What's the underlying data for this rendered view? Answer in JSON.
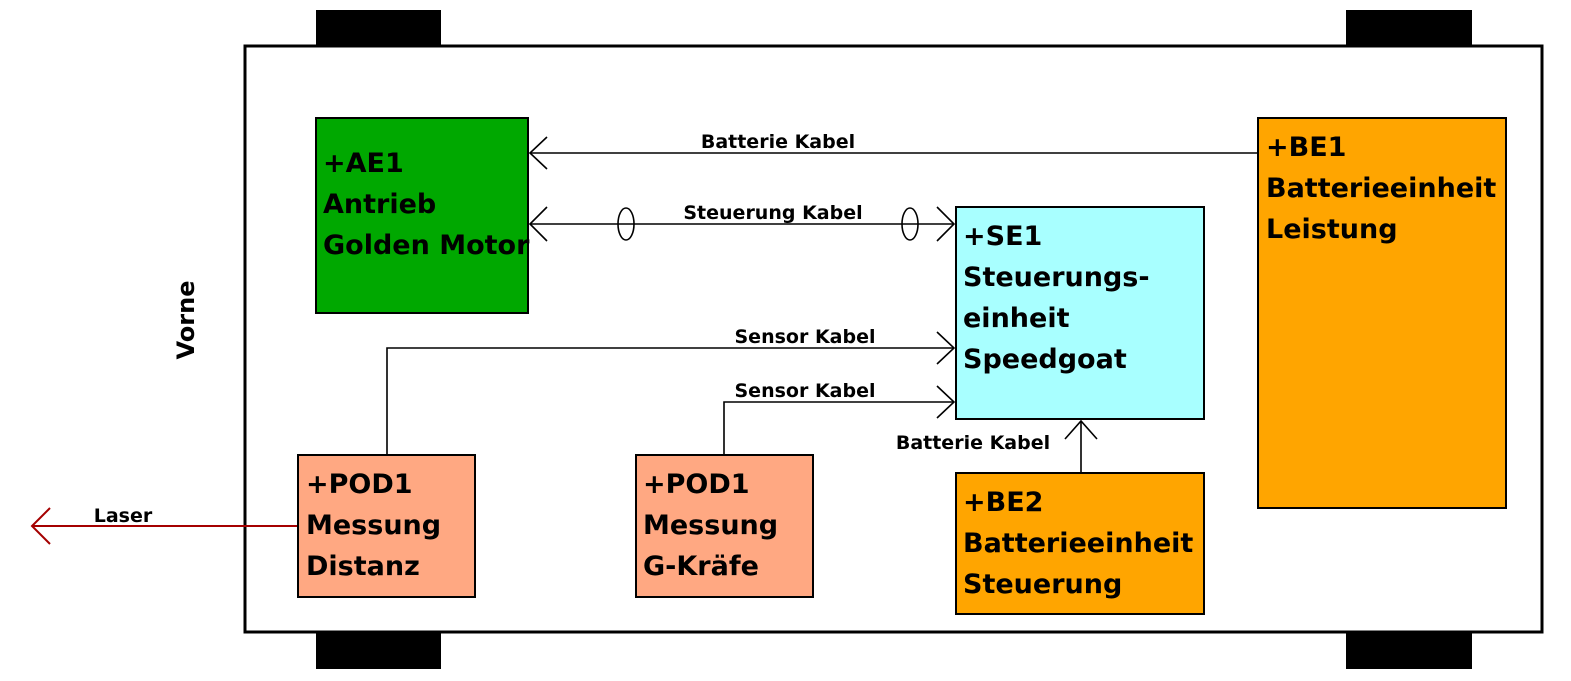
{
  "orientation_label": "Vorne",
  "colors": {
    "drive": "#00a800",
    "control": "#a8ffff",
    "battery": "#ffa500",
    "sensor": "#ffa882",
    "laser": "#a50000"
  },
  "units": {
    "ae1": {
      "lines": [
        "+AE1",
        "Antrieb",
        "Golden Motor"
      ]
    },
    "se1": {
      "lines": [
        "+SE1",
        "Steuerungs-",
        "einheit",
        "Speedgoat"
      ]
    },
    "be1": {
      "lines": [
        "+BE1",
        "Batterieeinheit",
        "Leistung"
      ]
    },
    "be2": {
      "lines": [
        "+BE2",
        "Batterieeinheit",
        "Steuerung"
      ]
    },
    "pod_distance": {
      "lines": [
        "+POD1",
        "Messung",
        "Distanz"
      ]
    },
    "pod_gforce": {
      "lines": [
        "+POD1",
        "Messung",
        "G-Kräfe"
      ]
    }
  },
  "cables": {
    "battery_ae1": "Batterie Kabel",
    "control_ae1_se1": "Steuerung Kabel",
    "sensor_distance": "Sensor Kabel",
    "sensor_gforce": "Sensor Kabel",
    "battery_se1": "Batterie Kabel",
    "laser": "Laser"
  }
}
